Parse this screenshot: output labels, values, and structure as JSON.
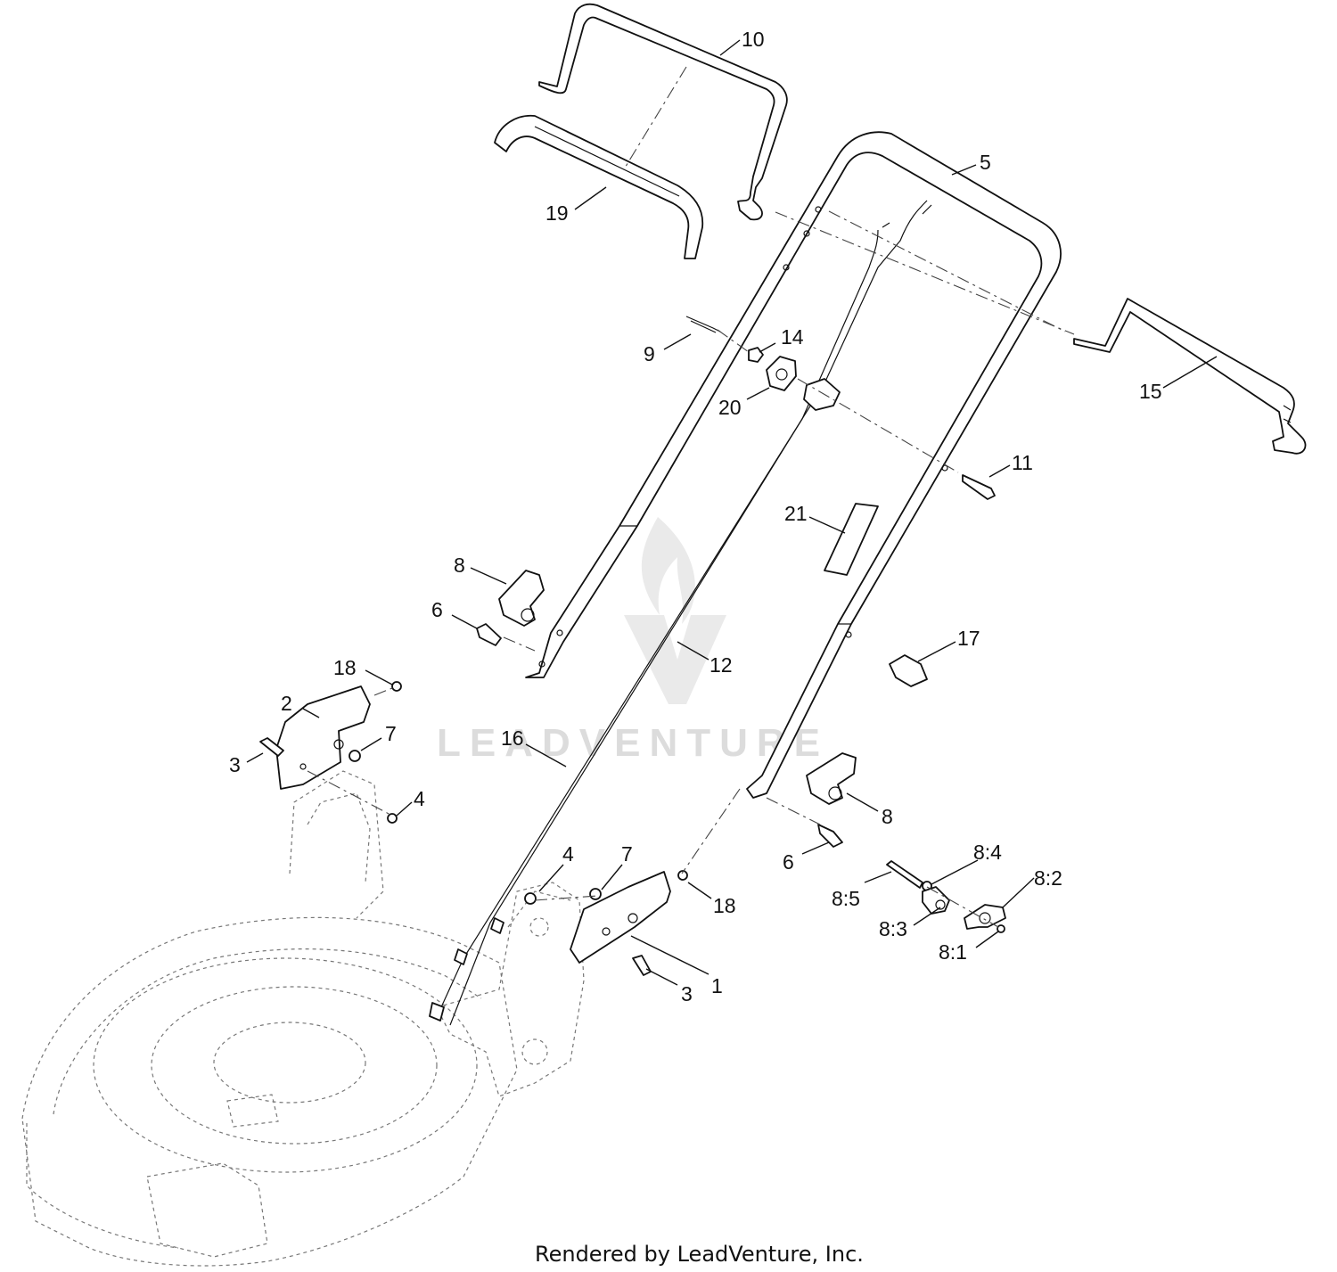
{
  "watermark": {
    "text": "LEADVENTURE"
  },
  "footer": {
    "text": "Rendered by LeadVenture, Inc."
  },
  "callouts": {
    "c1": "1",
    "c2": "2",
    "c3a": "3",
    "c3b": "3",
    "c4a": "4",
    "c4b": "4",
    "c5": "5",
    "c6a": "6",
    "c6b": "6",
    "c7a": "7",
    "c7b": "7",
    "c8a": "8",
    "c8b": "8",
    "c9": "9",
    "c10": "10",
    "c11": "11",
    "c12": "12",
    "c14": "14",
    "c15": "15",
    "c16": "16",
    "c17": "17",
    "c18a": "18",
    "c18b": "18",
    "c19": "19",
    "c20": "20",
    "c21": "21",
    "c81": "8:1",
    "c82": "8:2",
    "c83": "8:3",
    "c84": "8:4",
    "c85": "8:5"
  }
}
